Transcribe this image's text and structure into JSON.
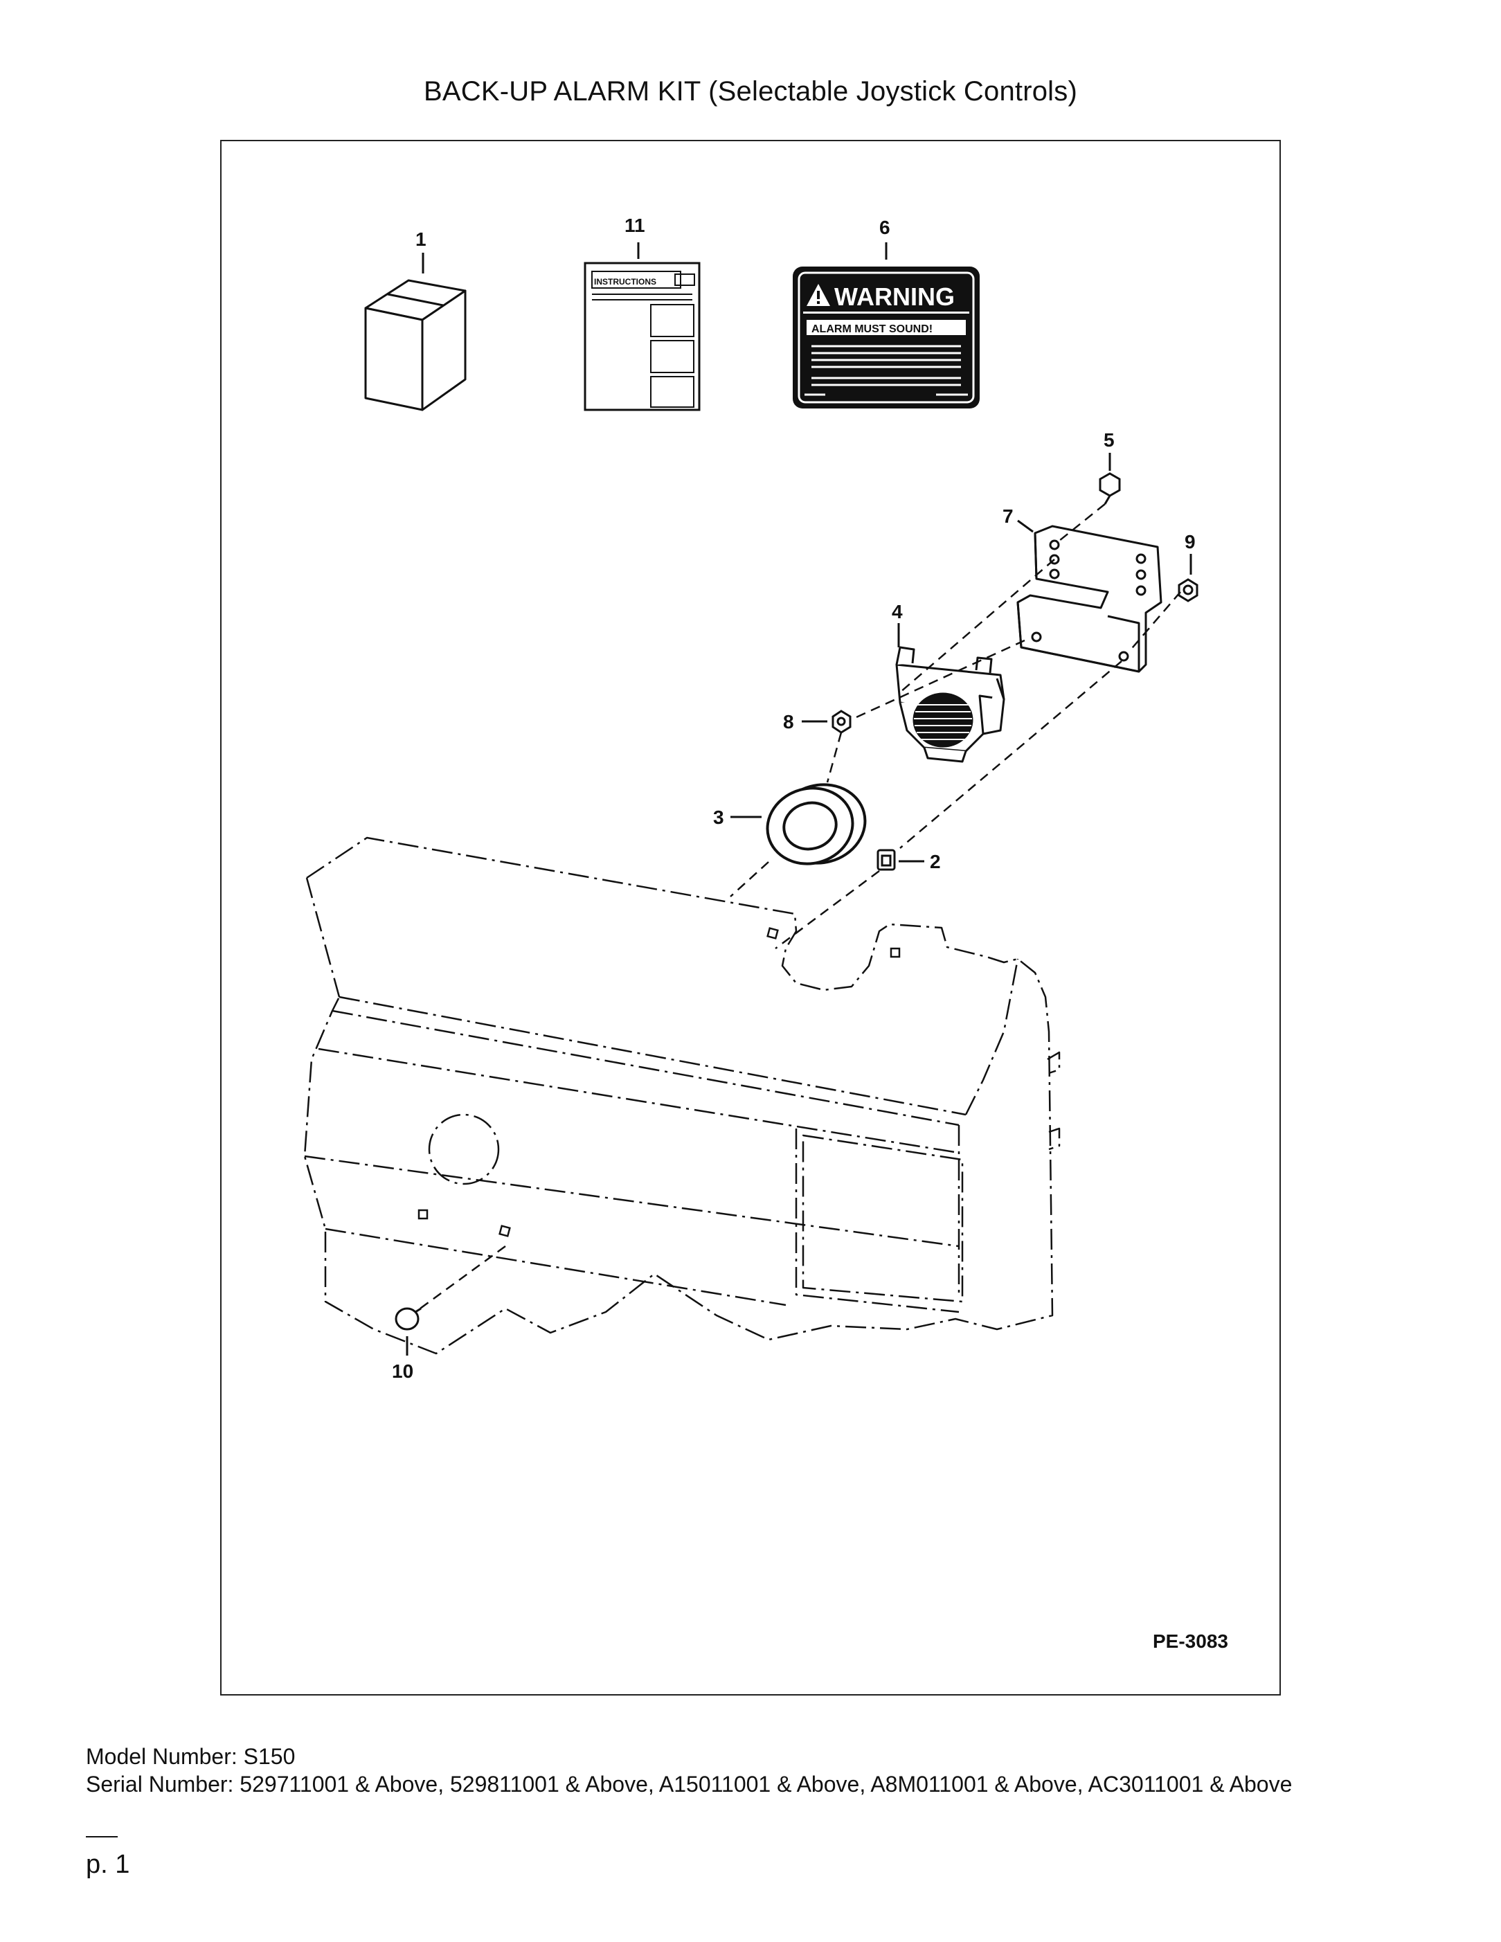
{
  "page": {
    "title": "BACK-UP ALARM KIT (Selectable Joystick Controls)",
    "drawing_code": "PE-3083",
    "model_label": "Model Number: S150",
    "serial_label": "Serial Number: 529711001 & Above, 529811001 & Above, A15011001 & Above, A8M011001 & Above, AC3011001 & Above",
    "page_label": "p. 1"
  },
  "callouts": [
    "1",
    "2",
    "3",
    "4",
    "5",
    "6",
    "7",
    "8",
    "9",
    "10",
    "11"
  ],
  "parts": {
    "instructions_label": "INSTRUCTIONS",
    "warning_label": "WARNING",
    "warning_sub": "ALARM MUST SOUND!"
  }
}
